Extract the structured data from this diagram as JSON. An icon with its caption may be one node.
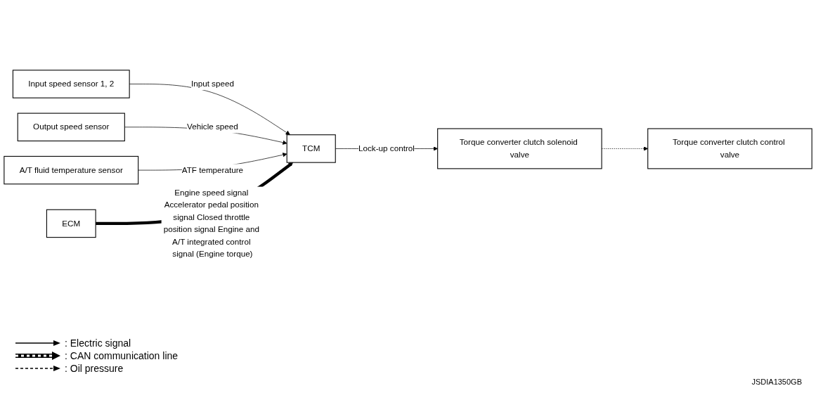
{
  "diagram": {
    "nodes": [
      {
        "text": [
          "Input speed sensor 1, 2"
        ]
      },
      {
        "text": [
          "Output speed sensor"
        ]
      },
      {
        "text": [
          "A/T fluid temperature sensor"
        ]
      },
      {
        "text": [
          "ECM"
        ]
      },
      {
        "text": [
          "TCM"
        ]
      },
      {
        "text": [
          "Torque converter clutch solenoid valve"
        ]
      },
      {
        "text": [
          "Torque converter clutch control valve"
        ]
      }
    ],
    "edges": [
      {
        "from": 0,
        "to": 4,
        "arrow": "to",
        "label": "Input speed"
      },
      {
        "from": 1,
        "to": 4,
        "arrow": "to",
        "label": "Vehicle speed"
      },
      {
        "from": 2,
        "to": 4,
        "arrow": "to",
        "label": "ATF temperature"
      },
      {
        "from": 3,
        "to": 4,
        "arrow": "to",
        "label": "Engine speed signal Accelerator pedal position signal Closed throttle position signal Engine and A/T integrated control signal (Engine torque)",
        "style": "thick"
      },
      {
        "from": 4,
        "to": 5,
        "arrow": "to",
        "label": "Lock-up control"
      },
      {
        "from": 5,
        "to": 6,
        "arrow": "to",
        "style": "dashed"
      }
    ],
    "labels": [
      "JSDIA1350GB"
    ],
    "legend": [
      {
        "text": ": Electric signal"
      },
      {
        "text": ": CAN communication line"
      },
      {
        "text": ": Oil pressure"
      }
    ]
  }
}
